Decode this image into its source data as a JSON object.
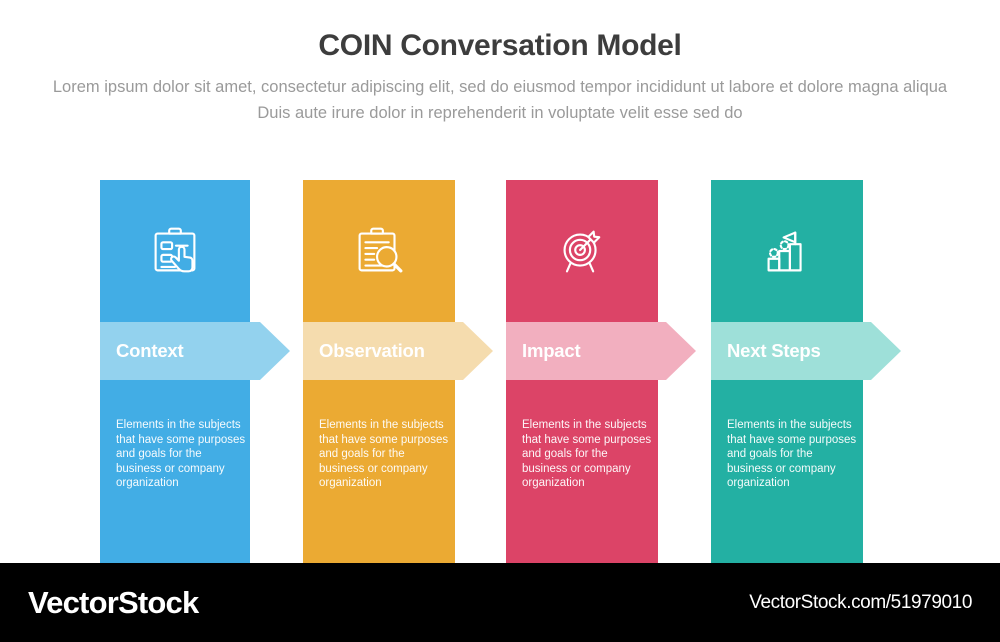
{
  "header": {
    "title": "COIN Conversation Model",
    "subtitle": "Lorem ipsum dolor sit amet, consectetur adipiscing elit, sed do eiusmod tempor incididunt ut labore et dolore magna aliqua Duis aute irure dolor in reprehenderit in voluptate velit esse sed do"
  },
  "colors": {
    "blue": "#42ADE5",
    "blue_light": "#93D2EE",
    "amber": "#EBAA33",
    "amber_light": "#F5DCAE",
    "crimson": "#DC4467",
    "crimson_light": "#F2AFBF",
    "teal": "#23B0A3",
    "teal_light": "#9EE0D9",
    "title": "#3d3d3d",
    "subtitle": "#9a9a9a",
    "footer_bg": "#000000"
  },
  "steps": [
    {
      "label": "Context",
      "icon": "clipboard-hand-icon",
      "description": "Elements in the subjects that have some purposes and goals for the business or company organization",
      "color": "#42ADE5",
      "band_color": "#93D2EE"
    },
    {
      "label": "Observation",
      "icon": "clipboard-magnifier-icon",
      "description": "Elements in the subjects that have some purposes and goals for the business or company organization",
      "color": "#EBAA33",
      "band_color": "#F5DCAE"
    },
    {
      "label": "Impact",
      "icon": "target-arrow-icon",
      "description": "Elements in the subjects that have some purposes and goals for the business or company organization",
      "color": "#DC4467",
      "band_color": "#F2AFBF"
    },
    {
      "label": "Next Steps",
      "icon": "bar-chart-flag-icon",
      "description": "Elements in the subjects that have some purposes and goals for the business or company organization",
      "color": "#23B0A3",
      "band_color": "#9EE0D9"
    }
  ],
  "footer": {
    "brand": "VectorStock",
    "url": "VectorStock.com/51979010"
  }
}
